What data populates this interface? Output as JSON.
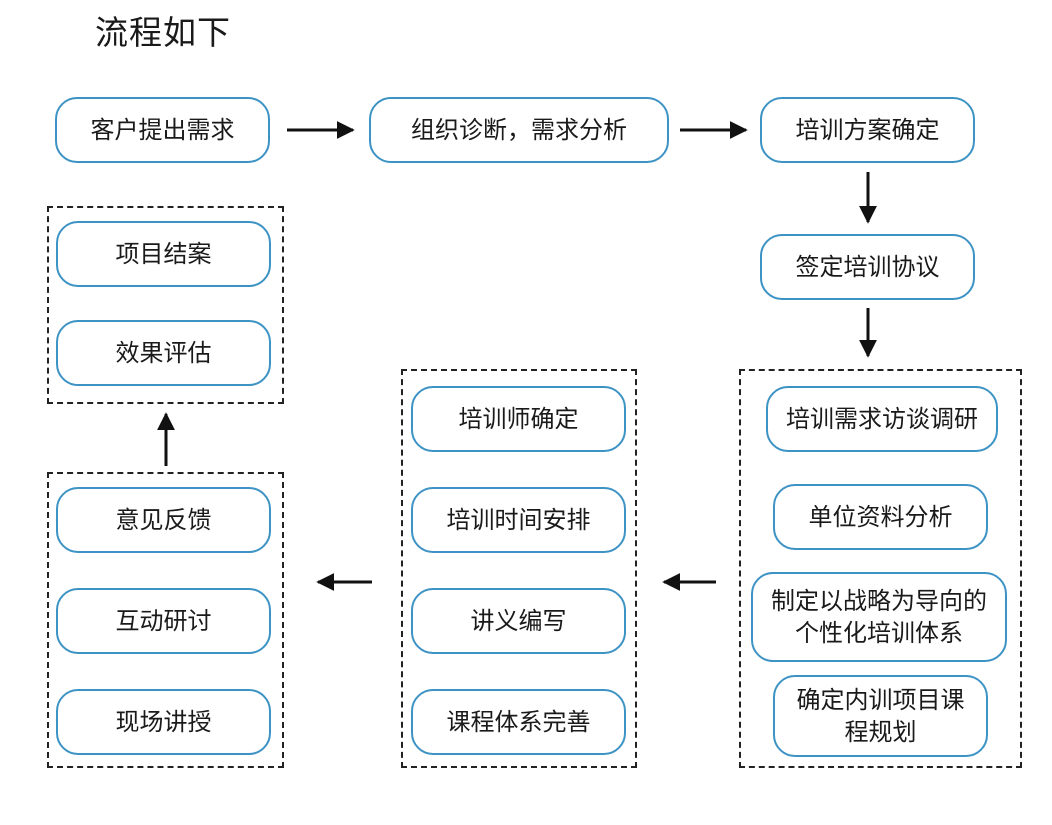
{
  "title": "流程如下",
  "nodes": {
    "demand": "客户提出需求",
    "diagnosis": "组织诊断，需求分析",
    "plan": "培训方案确定",
    "agreement": "签定培训协议",
    "interview": "培训需求访谈调研",
    "material": "单位资料分析",
    "system": "制定以战略为导向的个性化培训体系",
    "course_plan": "确定内训项目课程规划",
    "trainer": "培训师确定",
    "schedule": "培训时间安排",
    "handout": "讲义编写",
    "course_improve": "课程体系完善",
    "lecture": "现场讲授",
    "discussion": "互动研讨",
    "feedback": "意见反馈",
    "evaluation": "效果评估",
    "closing": "项目结案"
  },
  "colors": {
    "node_border": "#3d93c4",
    "arrow": "#111111",
    "group_border": "#222222"
  }
}
